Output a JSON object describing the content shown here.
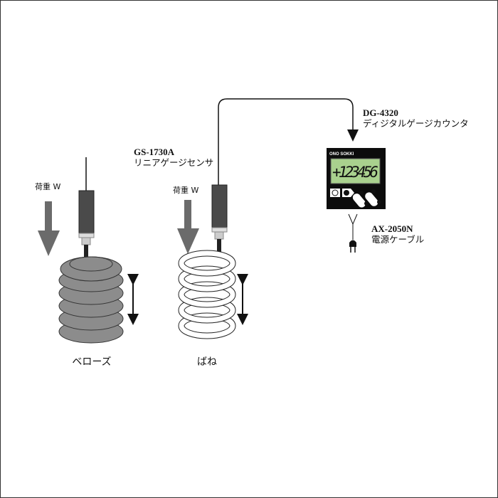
{
  "sensor": {
    "model": "GS-1730A",
    "name": "リニアゲージセンサ"
  },
  "counter": {
    "model": "DG-4320",
    "name": "ディジタルゲージカウンタ",
    "brand": "ONO SOKKI",
    "display_value": "+123456",
    "lcd_color": "#a9d18e"
  },
  "cable": {
    "model": "AX-2050N",
    "name": "電源ケーブル"
  },
  "load_label_left": "荷重 W",
  "load_label_right": "荷重 W",
  "bellows_label": "ベローズ",
  "spring_label": "ばね",
  "colors": {
    "arrow_gray": "#6b6b6b",
    "bellows_gray": "#8c8c8c",
    "sensor_body": "#4a4a4a"
  }
}
